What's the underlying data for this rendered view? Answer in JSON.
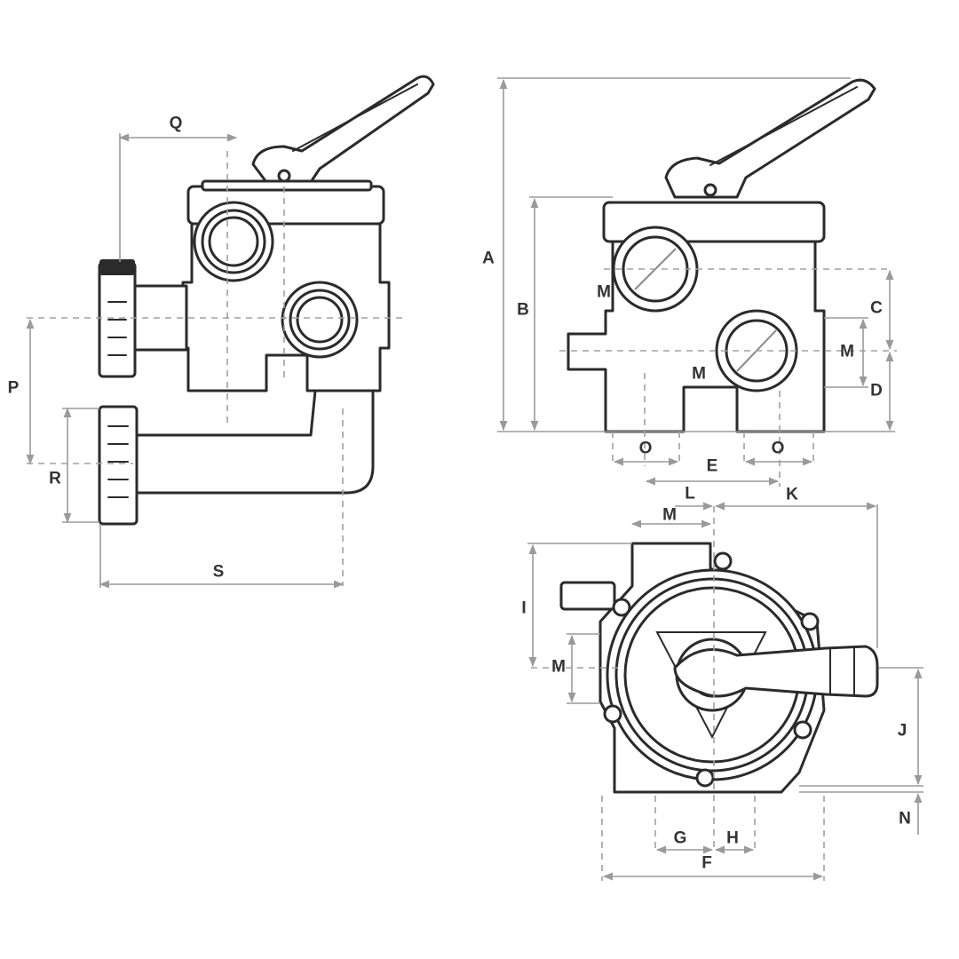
{
  "labels": {
    "A": "A",
    "B": "B",
    "C": "C",
    "D": "D",
    "E": "E",
    "F": "F",
    "G": "G",
    "H": "H",
    "I": "I",
    "J": "J",
    "K": "K",
    "L": "L",
    "M": "M",
    "N": "N",
    "O": "O",
    "P": "P",
    "Q": "Q",
    "R": "R",
    "S": "S"
  },
  "colors": {
    "line": "#2b2b2b",
    "dimension": "#9a9a9a",
    "background": "#ffffff"
  }
}
